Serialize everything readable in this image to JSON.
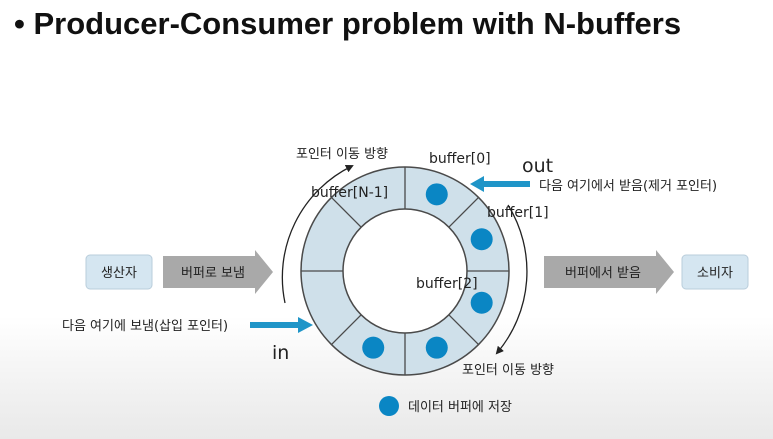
{
  "title": "Producer-Consumer problem with N-buffers",
  "bullet": "•",
  "producer": "생산자",
  "consumer": "소비자",
  "send_to_buffer": "버퍼로 보냄",
  "receive_from_buffer": "버퍼에서 받음",
  "pointer_direction_top": "포인터 이동 방향",
  "pointer_direction_bottom": "포인터 이동 방향",
  "buffer_0": "buffer[0]",
  "buffer_1": "buffer[1]",
  "buffer_2": "buffer[2]",
  "buffer_n1": "buffer[N-1]",
  "out_label": "out",
  "out_desc": "다음 여기에서 받음(제거 포인터)",
  "in_label": "in",
  "in_desc": "다음 여기에 보냄(삽입 포인터)",
  "legend_text": "데이터 버퍼에 저장",
  "colors": {
    "ring_fill": "#cfe0ea",
    "ring_stroke": "#4a4a4a",
    "data_dot": "#0a86c4",
    "pointer_arrow": "#1f95c8",
    "box_fill": "#d5e6f1",
    "arrow_gray": "#a9a9a9"
  }
}
